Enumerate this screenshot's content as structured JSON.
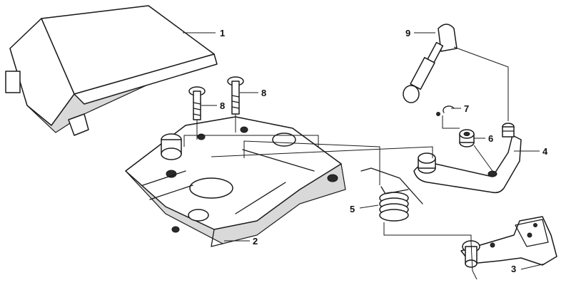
{
  "callouts": {
    "cover": "1",
    "base_plate": "2",
    "selector_bracket": "3",
    "shift_lever_plate": "4",
    "spring": "5",
    "bushing": "6",
    "clip": "7",
    "bolt_front": "8",
    "bolt_rear": "8",
    "gear_lever": "9"
  },
  "colors": {
    "line": "#1a1a1a",
    "background": "#ffffff"
  }
}
